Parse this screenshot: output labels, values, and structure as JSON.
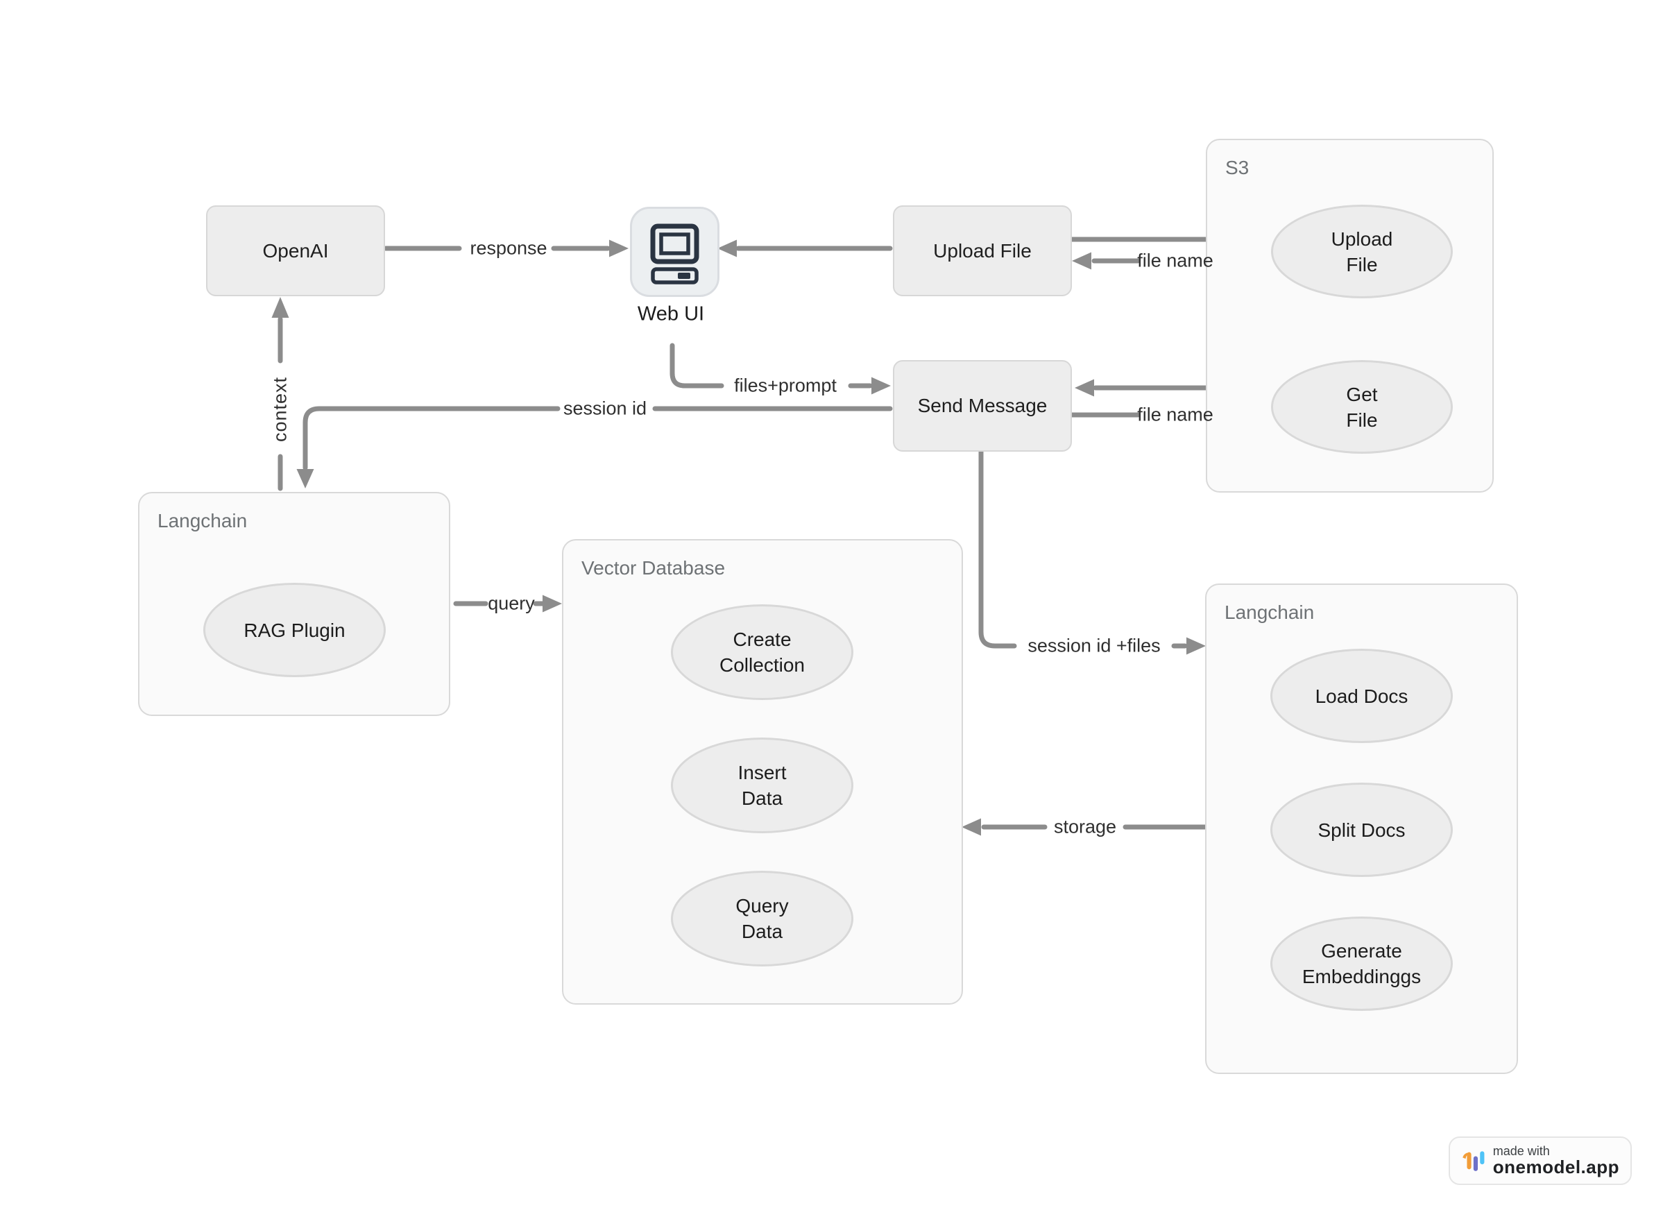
{
  "diagram": {
    "nodes": {
      "openai": {
        "label": "OpenAI"
      },
      "web_ui": {
        "label": "Web UI"
      },
      "upload_file": {
        "label": "Upload File"
      },
      "send_message": {
        "label": "Send Message"
      }
    },
    "groups": {
      "s3": {
        "label": "S3",
        "nodes": {
          "upload_file": {
            "label": "Upload\nFile"
          },
          "get_file": {
            "label": "Get\nFile"
          }
        }
      },
      "langchain_left": {
        "label": "Langchain",
        "nodes": {
          "rag_plugin": {
            "label": "RAG Plugin"
          }
        }
      },
      "vector_database": {
        "label": "Vector Database",
        "nodes": {
          "create_collection": {
            "label": "Create\nCollection"
          },
          "insert_data": {
            "label": "Insert\nData"
          },
          "query_data": {
            "label": "Query\nData"
          }
        }
      },
      "langchain_right": {
        "label": "Langchain",
        "nodes": {
          "load_docs": {
            "label": "Load Docs"
          },
          "split_docs": {
            "label": "Split Docs"
          },
          "generate_embeddings": {
            "label": "Generate\nEmbeddinggs"
          }
        }
      }
    },
    "edge_labels": {
      "response": "response",
      "file_name_upload": "file name",
      "file_name_get": "file name",
      "files_prompt": "files+prompt",
      "session_id": "session id",
      "context": "context",
      "query": "query",
      "session_id_files": "session id +files",
      "storage": "storage"
    }
  },
  "badge": {
    "made_with": "made with",
    "brand": "onemodel.app"
  },
  "colors": {
    "node_fill": "#ededed",
    "node_border": "#d7d7d7",
    "group_fill": "#fafafa",
    "group_border": "#d9d9d9",
    "arrow": "#8c8c8c",
    "node_text": "#1f1f1f",
    "group_label_text": "#6e7275",
    "icon_glyph": "#2a3442",
    "logo_orange": "#f29d38",
    "logo_indigo": "#6d70c8",
    "logo_blue": "#4fc3f7"
  }
}
